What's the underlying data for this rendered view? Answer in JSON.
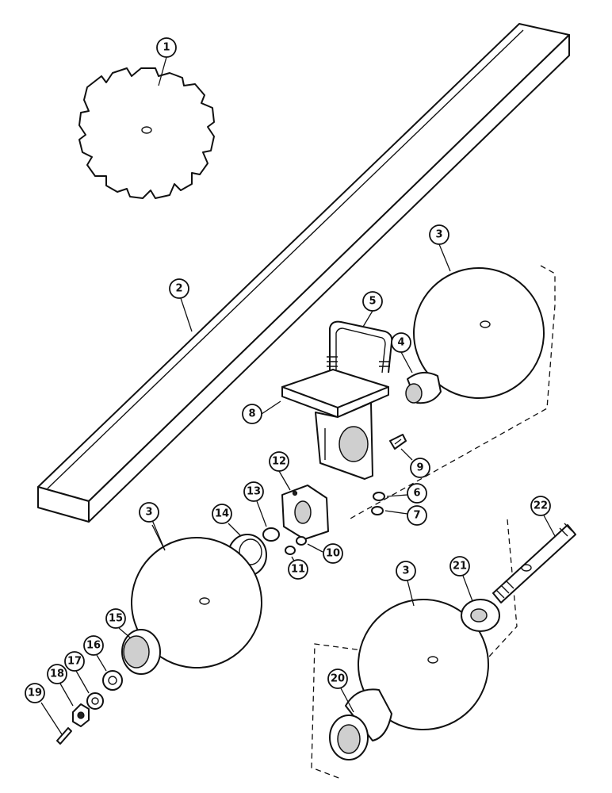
{
  "callouts": {
    "c1": "1",
    "c2": "2",
    "c3a": "3",
    "c3b": "3",
    "c3c": "3",
    "c4": "4",
    "c5": "5",
    "c6": "6",
    "c7": "7",
    "c8": "8",
    "c9": "9",
    "c10": "10",
    "c11": "11",
    "c12": "12",
    "c13": "13",
    "c14": "14",
    "c15": "15",
    "c16": "16",
    "c17": "17",
    "c18": "18",
    "c19": "19",
    "c20": "20",
    "c21": "21",
    "c22": "22"
  }
}
